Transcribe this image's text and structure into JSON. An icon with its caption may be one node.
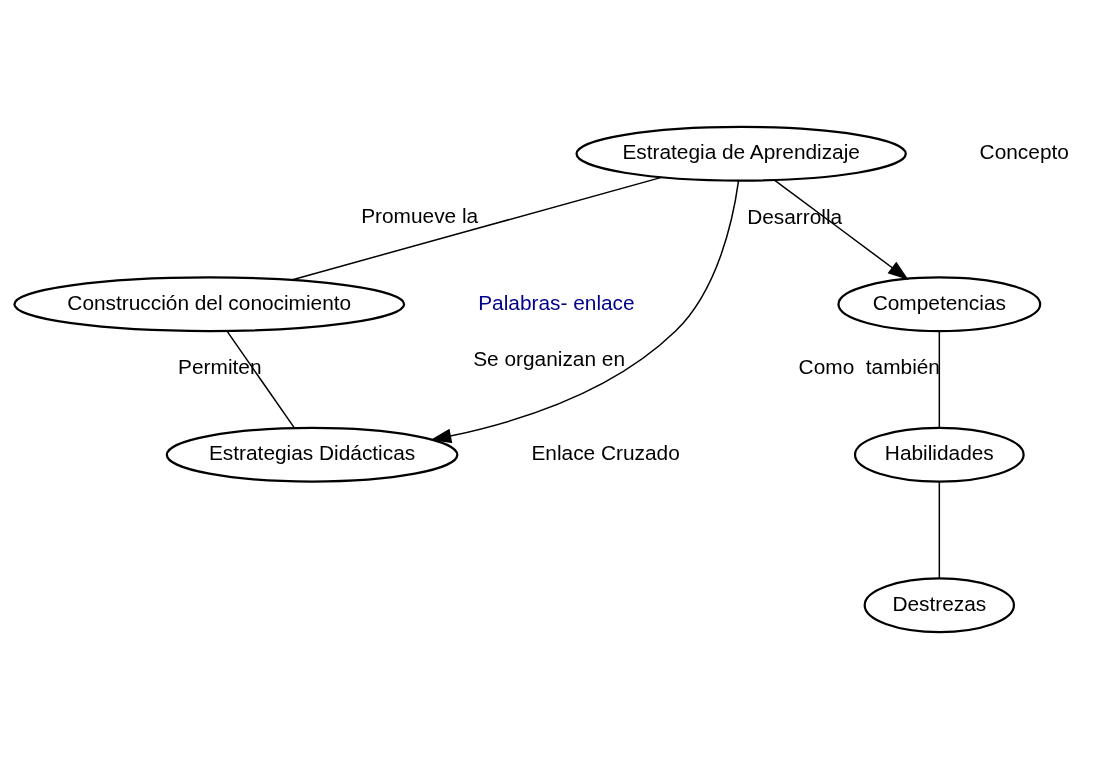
{
  "diagram": {
    "nodes": [
      {
        "text": [
          "Estrategia de Aprendizaje"
        ]
      },
      {
        "text": [
          "Construcción del conocimiento"
        ]
      },
      {
        "text": [
          "Estrategias Didácticas"
        ]
      },
      {
        "text": [
          "Competencias"
        ]
      },
      {
        "text": [
          "Habilidades"
        ]
      },
      {
        "text": [
          "Destrezas"
        ]
      }
    ],
    "edges": [
      {
        "from": 0,
        "to": 2,
        "arrow": "to",
        "label": "Se organizan en"
      },
      {
        "from": 0,
        "to": 1,
        "arrow": "none",
        "label": "Promueve la"
      },
      {
        "from": 0,
        "to": 3,
        "arrow": "to",
        "label": "Desarrolla"
      },
      {
        "from": 1,
        "to": 2,
        "arrow": "none",
        "label": "Permiten"
      },
      {
        "from": 3,
        "to": 4,
        "arrow": "none",
        "label": "Como  también"
      },
      {
        "from": 4,
        "to": 5,
        "arrow": "none"
      }
    ],
    "labels": [
      "Concepto",
      "Palabras- enlace",
      "Enlace Cruzado"
    ]
  }
}
